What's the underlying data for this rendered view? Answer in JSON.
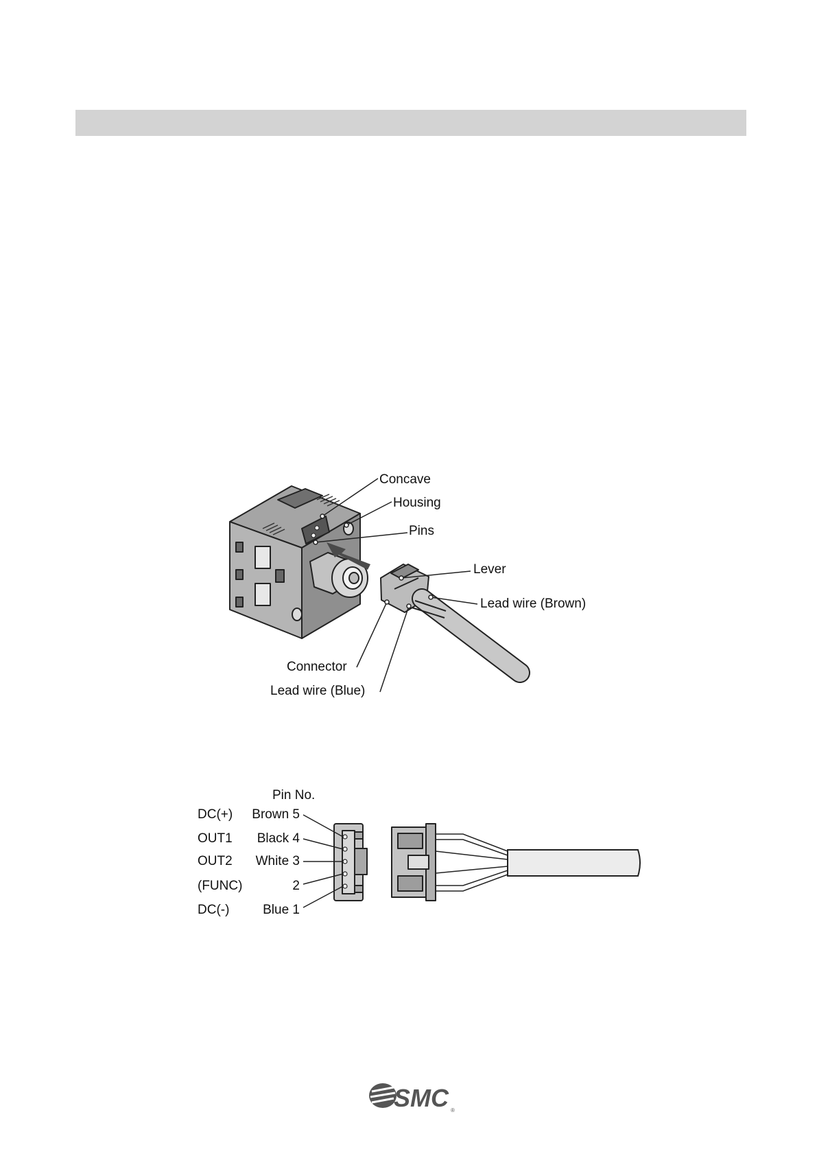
{
  "figure1": {
    "labels": {
      "concave": "Concave",
      "housing": "Housing",
      "pins": "Pins",
      "lever": "Lever",
      "lead_wire_brown": "Lead  wire (Brown)",
      "connector": "Connector",
      "lead_wire_blue": "Lead  wire (Blue)"
    }
  },
  "figure2": {
    "header": "Pin No.",
    "pins": [
      {
        "signal": "DC(+)",
        "wire": "Brown 5"
      },
      {
        "signal": "OUT1",
        "wire": "Black 4"
      },
      {
        "signal": "OUT2",
        "wire": "White 3"
      },
      {
        "signal": "(FUNC)",
        "wire": "2"
      },
      {
        "signal": "DC(-)",
        "wire": "Blue 1"
      }
    ]
  },
  "footer": {
    "logo_text": "SMC",
    "logo_mark": "®"
  }
}
